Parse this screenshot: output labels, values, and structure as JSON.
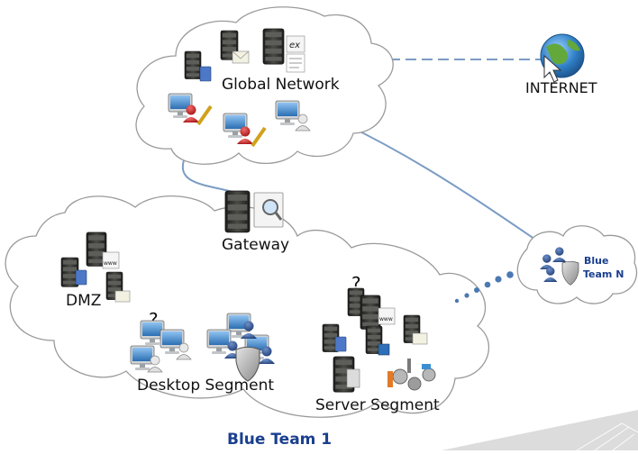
{
  "labels": {
    "global_network": "Global Network",
    "internet": "INTERNET",
    "gateway": "Gateway",
    "dmz": "DMZ",
    "desktop_segment": "Desktop Segment",
    "server_segment": "Server Segment",
    "blue_team_1": "Blue Team 1",
    "blue_team_n_line1": "Blue",
    "blue_team_n_line2": "Team N",
    "ex_badge": "ex",
    "www_badge": "www",
    "question_mark": "?"
  },
  "colors": {
    "link_line": "#7b9cc4",
    "dashed_line": "#7b9cc4",
    "dotted_link": "#4a79b3",
    "cloud_stroke": "#9a9a9a",
    "cloud_fill": "#ffffff",
    "team_label": "#1a3f8f",
    "server_dark": "#2e2f2b",
    "globe": "#3a83c9"
  },
  "icons": {
    "internet": "globe-cursor-icon",
    "gateway": "server-search-icon",
    "blue_team_n": "users-shield-icon"
  }
}
